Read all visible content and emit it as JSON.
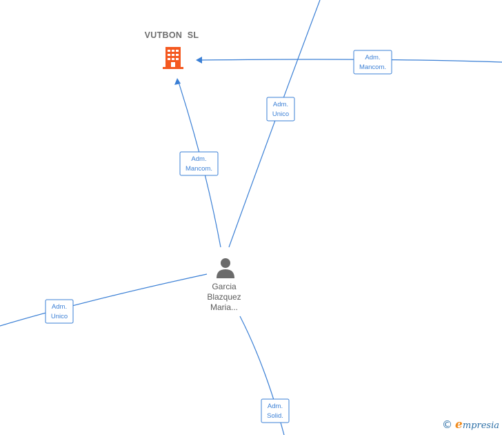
{
  "company": {
    "name": "VUTBON  SL",
    "icon": "building-icon",
    "icon_color": "#f4581f"
  },
  "person": {
    "name_lines": [
      "Garcia",
      "Blazquez",
      "Maria..."
    ],
    "icon": "person-icon",
    "icon_color": "#6b6b6b"
  },
  "edges": [
    {
      "id": "person-to-company",
      "label_lines": [
        "Adm.",
        "Mancom."
      ]
    },
    {
      "id": "person-to-top",
      "label_lines": [
        "Adm.",
        "Unico"
      ]
    },
    {
      "id": "right-to-company",
      "label_lines": [
        "Adm.",
        "Mancom."
      ]
    },
    {
      "id": "person-to-left",
      "label_lines": [
        "Adm.",
        "Unico"
      ]
    },
    {
      "id": "person-to-bottom",
      "label_lines": [
        "Adm.",
        "Solid."
      ]
    }
  ],
  "colors": {
    "edge": "#3a7fd5",
    "label_text": "#3a7fd5",
    "company_name": "#6e6e6e",
    "person_name": "#5a5a5a"
  },
  "footer": {
    "copyright_symbol": "©",
    "brand_initial": "e",
    "brand_rest": "mpresia"
  }
}
